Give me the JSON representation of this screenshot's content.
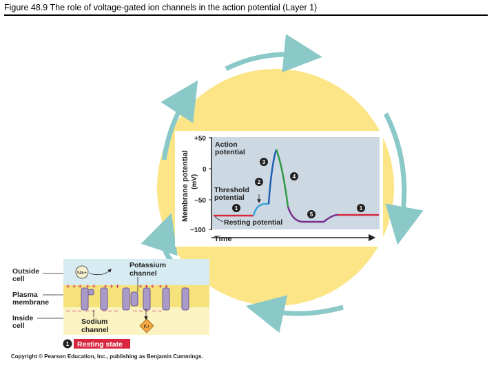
{
  "title": "Figure 48.9 The role of voltage-gated ion channels in the action potential (Layer 1)",
  "copyright": "Copyright © Pearson Education, Inc., publishing as Benjamin Cummings.",
  "graph": {
    "ylabel_line1": "Membrane potential",
    "ylabel_line2": "(mV)",
    "xlabel": "Time",
    "yticks": [
      "+50",
      "0",
      "−50",
      "−100"
    ],
    "labels": {
      "action_1": "Action",
      "action_2": "potential",
      "threshold_1": "Threshold",
      "threshold_2": "potential",
      "resting": "Resting potential"
    },
    "markers": [
      "1",
      "2",
      "3",
      "4",
      "5",
      "1"
    ],
    "colors": {
      "resting": "#d7263d",
      "rising_start": "#3ba3d8",
      "rising": "#1f5fb4",
      "falling": "#2e9a48",
      "undershoot": "#7b2d8e"
    }
  },
  "inset": {
    "outside_1": "Outside",
    "outside_2": "cell",
    "membrane_1": "Plasma",
    "membrane_2": "membrane",
    "inside_1": "Inside",
    "inside_2": "cell",
    "potassium_1": "Potassium",
    "potassium_2": "channel",
    "sodium_1": "Sodium",
    "sodium_2": "channel",
    "na_ion": "Na+",
    "k_ion": "K+",
    "state_number": "1",
    "state_label": "Resting state"
  }
}
